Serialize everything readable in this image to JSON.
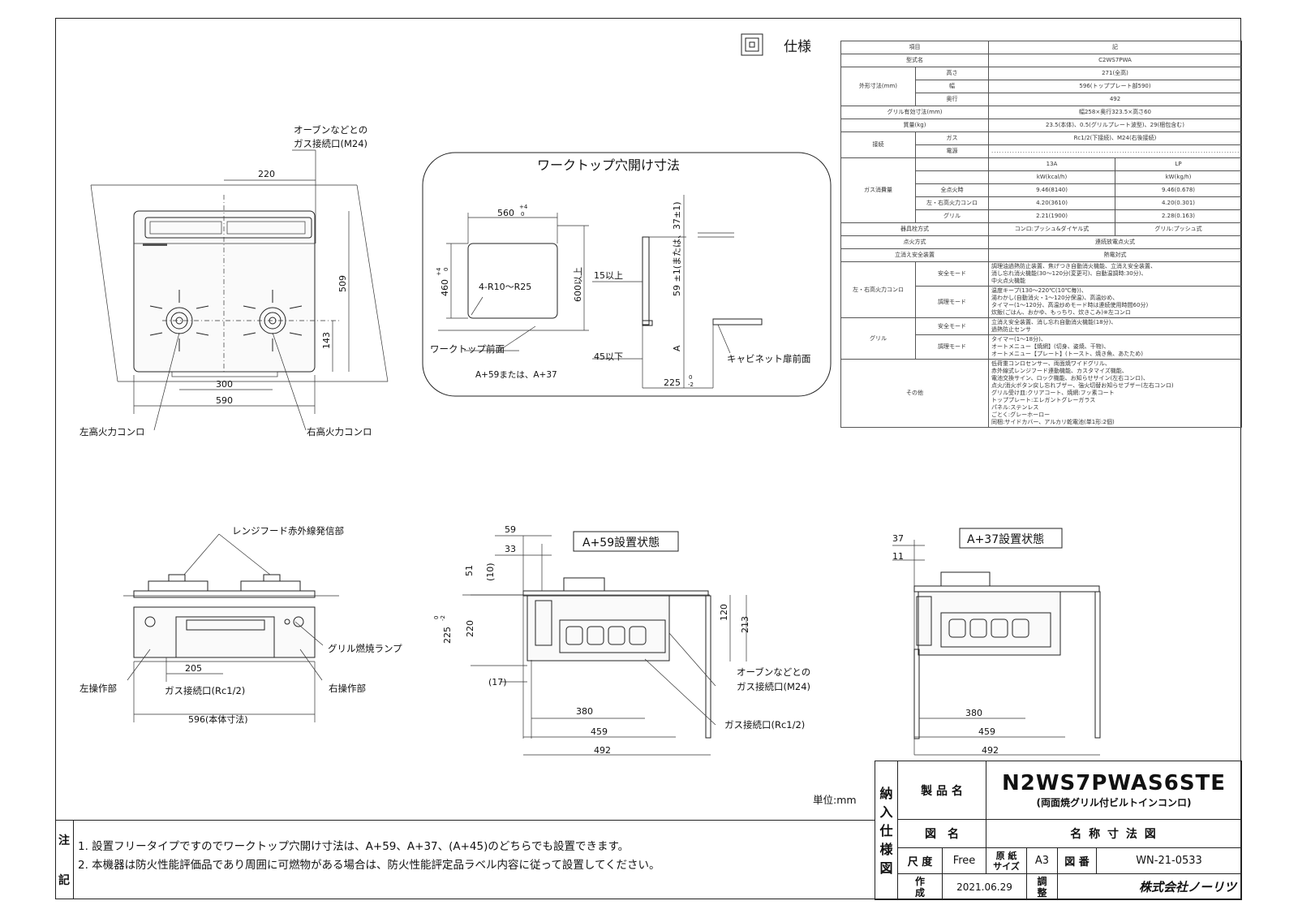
{
  "spec_title": "仕様",
  "spec_rows": {
    "r1": [
      "項目",
      "記"
    ],
    "r2": [
      "型式名",
      "C2WS7PWA"
    ],
    "outer": {
      "label": "外形寸法(mm)",
      "h": [
        "高さ",
        "271(全高)"
      ],
      "w": [
        "幅",
        "596(トッププレート部590)"
      ],
      "d": [
        "奥行",
        "492"
      ]
    },
    "grill_size": [
      "グリル有効寸法(mm)",
      "幅258×奥行323.5×高さ60"
    ],
    "mass": [
      "質量(kg)",
      "23.5(本体)、0.5(グリルプレート波型)、29(梱包含む)"
    ],
    "conn": {
      "label": "接続",
      "gas": [
        "ガス",
        "Rc1/2(下接続)、M24(右後接続)"
      ],
      "power": [
        "電源",
        "........................................................................................................"
      ]
    },
    "gas_use": {
      "label": "ガス消費量",
      "h13": "13A",
      "hlp": "LP",
      "u13": "kW(kcal/h)",
      "ulp": "kW(kg/h)",
      "rows": [
        [
          "全点火時",
          "9.46(8140)",
          "9.46(0.678)"
        ],
        [
          "左・右高火力コンロ",
          "4.20(3610)",
          "4.20(0.301)"
        ],
        [
          "グリル",
          "2.21(1900)",
          "2.28(0.163)"
        ]
      ]
    },
    "valve": [
      "器具栓方式",
      "コンロ:プッシュ&ダイヤル式",
      "グリル:プッシュ式"
    ],
    "ignite": [
      "点火方式",
      "連続放電点火式"
    ],
    "safety": [
      "立消え安全装置",
      "熱電対式"
    ],
    "burner": {
      "label": "左・右高火力コンロ",
      "s1": "安全モード",
      "v1": "調理油過熱防止装置、焦げつき自動消火機能、立消え安全装置、\n消し忘れ消火機能(30〜120分(変更可)、自動温調時:30分)、\n中火点火機能",
      "s2": "調理モード",
      "v2": "温度キープ(130〜220℃(10℃毎))、\n湯わかし(自動消火・1〜120分保温)、高温炒め、\nタイマー(1〜120分、高温炒めモード時は連続使用時間60分)\n炊飯(ごはん、おかゆ、もっちり、炊きこみ)※左コンロ"
    },
    "grill": {
      "label": "グリル",
      "s1": "安全モード",
      "v1": "立消え安全装置、消し忘れ自動消火機能(18分)、\n過熱防止センサ",
      "s2": "調理モード",
      "v2": "タイマー(1〜18分)、\nオートメニュー【焼網】(切身、姿焼、干物)、\nオートメニュー【プレート】(トースト、焼き魚、あたため)"
    },
    "other": {
      "label": "その他",
      "v": "低荷重コンロセンサー、両面焼ワイドグリル、\n赤外線式レンジフード連動機能、カスタマイズ機能、\n電池交換サイン、ロック機能、お知らせサイン(左右コンロ)、\n点火/消火ボタン戻し忘れブザー、強火切替お知らせブザー(左右コンロ)\nグリル受け皿:クリアコート、焼網:フッ素コート\nトッププレート:エレガントグレーガラス\nパネル:ステンレス\nごとく:グレーホーロー\n同梱:サイドカバー、アルカリ乾電池(単1形:2個)"
    }
  },
  "top": {
    "gas_label1": "オーブンなどとの",
    "gas_label2": "ガス接続口(M24)",
    "d220": "220",
    "d509": "509",
    "d143": "143",
    "d300": "300",
    "d590": "590",
    "left": "左高火力コンロ",
    "right": "右高火力コンロ"
  },
  "cut": {
    "title": "ワークトップ穴開け寸法",
    "d560": "560",
    "tol560a": "+4",
    "tol560b": "0",
    "d460": "460",
    "tol460a": "+4",
    "tol460b": "0",
    "radius": "4-R10〜R25",
    "d600": "600以上",
    "front": "ワークトップ前面",
    "a59": "A+59または、A+37",
    "d15": "15以上",
    "d45": "45以下",
    "d59": "59 ±1(または、37±1)",
    "A": "A",
    "d225": "225",
    "tol225a": "0",
    "tol225b": "-2",
    "cab": "キャビネット扉前面"
  },
  "front": {
    "hood": "レンジフード赤外線発信部",
    "lamp": "グリル燃焼ランプ",
    "left_op": "左操作部",
    "right_op": "右操作部",
    "d205": "205",
    "gas": "ガス接続口(Rc1/2)",
    "d596": "596(本体寸法)"
  },
  "side59": {
    "title": "A+59設置状態",
    "d59": "59",
    "d33": "33",
    "d51": "51",
    "d10": "(10)",
    "d225": "225",
    "tol225a": "0",
    "tol225b": "-2",
    "d220": "220",
    "d120": "120",
    "d213": "213",
    "d17": "(17)",
    "oven1": "オーブンなどとの",
    "oven2": "ガス接続口(M24)",
    "d380": "380",
    "gas": "ガス接続口(Rc1/2)",
    "d459": "459",
    "d492": "492"
  },
  "side37": {
    "title": "A+37設置状態",
    "d37": "37",
    "d11": "11",
    "d380": "380",
    "d459": "459",
    "d492": "492"
  },
  "unit": "単位:mm",
  "notes": {
    "label1": "注",
    "label2": "記",
    "n1": "1. 設置フリータイプですのでワークトップ穴開け寸法は、A+59、A+37、(A+45)のどちらでも設置できます。",
    "n2": "2. 本機器は防火性能評価品であり周囲に可燃物がある場合は、防火性能評定品ラベル内容に従って設置してください。"
  },
  "title_block": {
    "side": [
      "納",
      "入",
      "仕",
      "様",
      "図"
    ],
    "product_label": "製 品 名",
    "product": "N2WS7PWAS6STE",
    "product_sub": "(両面焼グリル付ビルトインコンロ)",
    "fig_label": "図　名",
    "fig": "名 称 寸 法 図",
    "scale_label": "尺 度",
    "scale": "Free",
    "paper_label1": "原 紙",
    "paper_label2": "サイズ",
    "paper": "A3",
    "dwg_label": "図 番",
    "dwg": "WN-21-0533",
    "made_label1": "作",
    "made_label2": "成",
    "date": "2021.06.29",
    "adj1": "調",
    "adj2": "整",
    "company": "株式会社ノーリツ"
  }
}
